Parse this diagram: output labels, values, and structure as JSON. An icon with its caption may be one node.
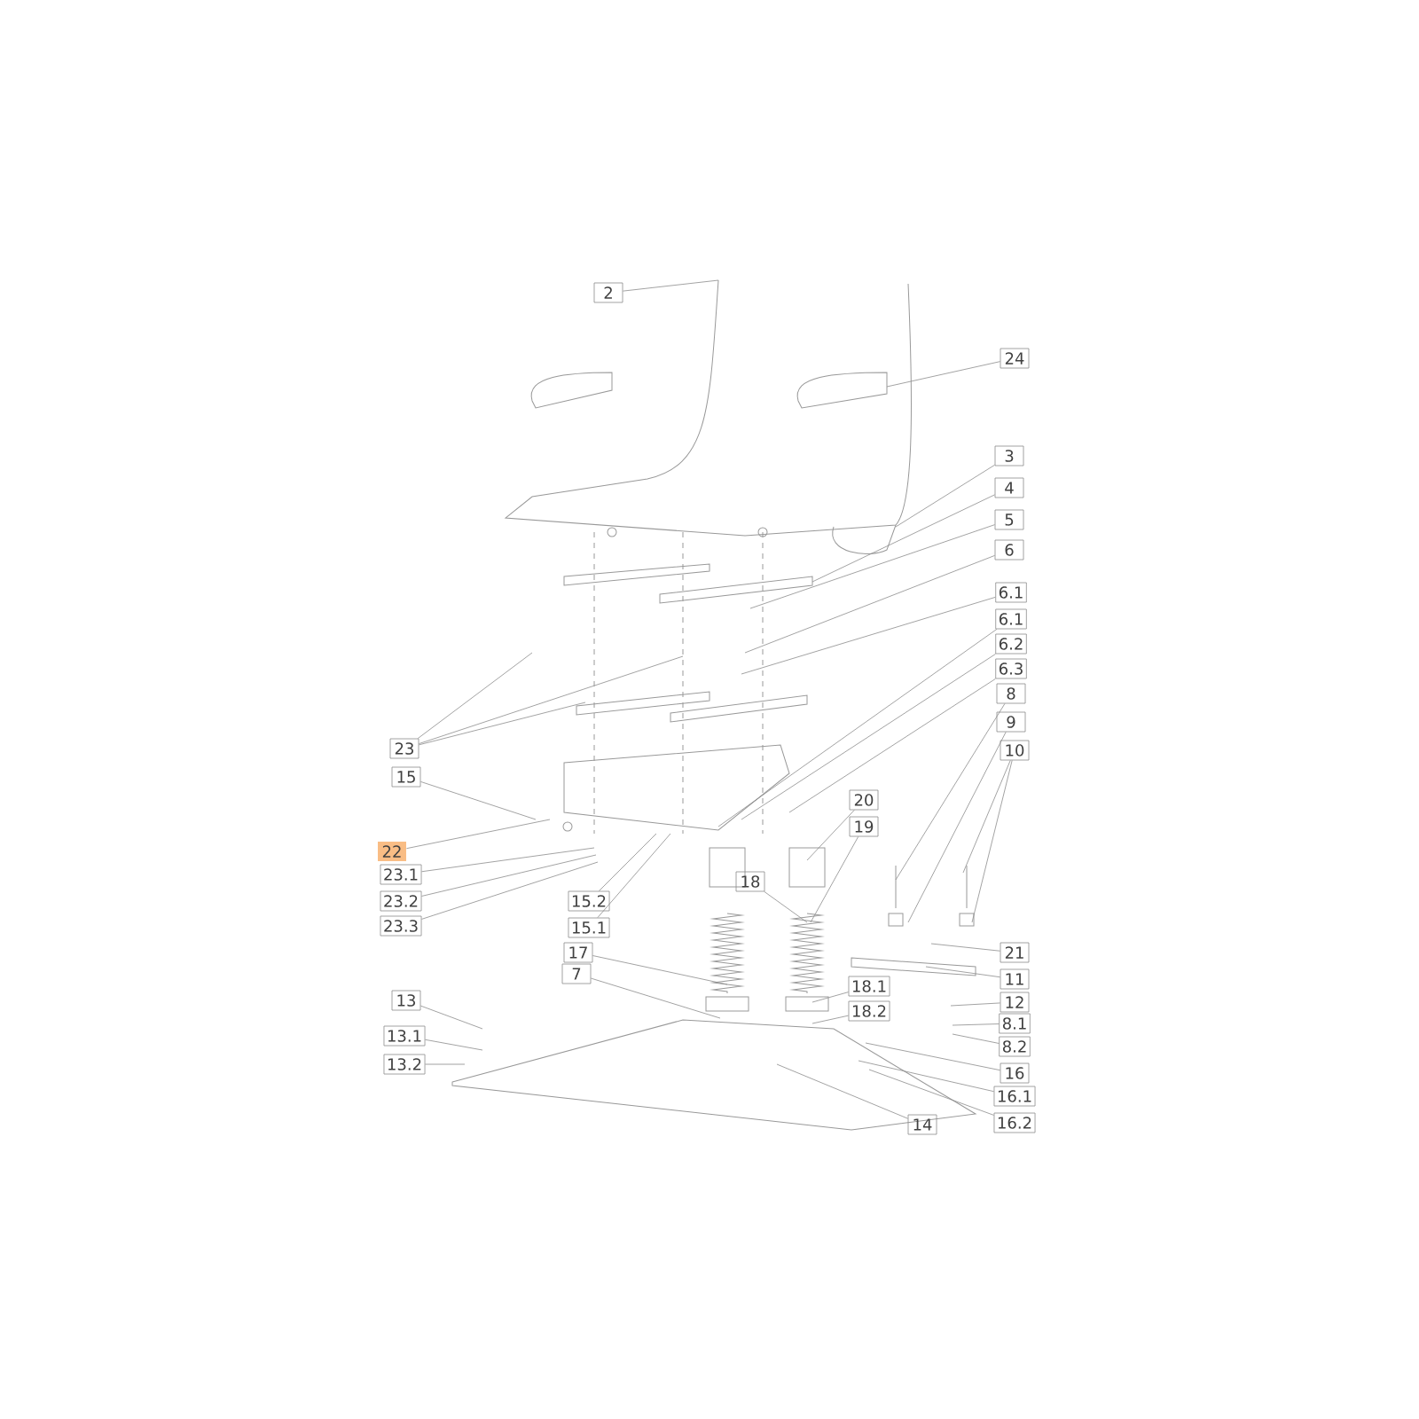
{
  "diagram": {
    "nodes": [
      {
        "text": [
          "2"
        ]
      },
      {
        "text": [
          "24"
        ]
      },
      {
        "text": [
          "3"
        ]
      },
      {
        "text": [
          "4"
        ]
      },
      {
        "text": [
          "5"
        ]
      },
      {
        "text": [
          "6"
        ]
      },
      {
        "text": [
          "6.1"
        ]
      },
      {
        "text": [
          "6.1"
        ]
      },
      {
        "text": [
          "6.2"
        ]
      },
      {
        "text": [
          "6.3"
        ]
      },
      {
        "text": [
          "8"
        ]
      },
      {
        "text": [
          "9"
        ]
      },
      {
        "text": [
          "10"
        ]
      },
      {
        "text": [
          "23"
        ]
      },
      {
        "text": [
          "15"
        ]
      },
      {
        "text": [
          "20"
        ]
      },
      {
        "text": [
          "19"
        ]
      },
      {
        "text": [
          "22"
        ]
      },
      {
        "text": [
          "18"
        ]
      },
      {
        "text": [
          "23.1"
        ]
      },
      {
        "text": [
          "23.2"
        ]
      },
      {
        "text": [
          "23.3"
        ]
      },
      {
        "text": [
          "15.2"
        ]
      },
      {
        "text": [
          "15.1"
        ]
      },
      {
        "text": [
          "21"
        ]
      },
      {
        "text": [
          "17"
        ]
      },
      {
        "text": [
          "11"
        ]
      },
      {
        "text": [
          "7"
        ]
      },
      {
        "text": [
          "18.1"
        ]
      },
      {
        "text": [
          "12"
        ]
      },
      {
        "text": [
          "13"
        ]
      },
      {
        "text": [
          "18.2"
        ]
      },
      {
        "text": [
          "8.1"
        ]
      },
      {
        "text": [
          "13.1"
        ]
      },
      {
        "text": [
          "8.2"
        ]
      },
      {
        "text": [
          "13.2"
        ]
      },
      {
        "text": [
          "16"
        ]
      },
      {
        "text": [
          "16.1"
        ]
      },
      {
        "text": [
          "16.2"
        ]
      },
      {
        "text": [
          "14"
        ]
      }
    ],
    "edges": [
      {
        "from": 0,
        "to": null,
        "arrow": "none"
      },
      {
        "from": 1,
        "to": null,
        "arrow": "none"
      },
      {
        "from": 2,
        "to": null,
        "arrow": "none"
      },
      {
        "from": 3,
        "to": null,
        "arrow": "none"
      },
      {
        "from": 4,
        "to": null,
        "arrow": "none"
      },
      {
        "from": 5,
        "to": null,
        "arrow": "none"
      },
      {
        "from": 6,
        "to": null,
        "arrow": "none"
      },
      {
        "from": 7,
        "to": null,
        "arrow": "none"
      },
      {
        "from": 8,
        "to": null,
        "arrow": "none"
      },
      {
        "from": 9,
        "to": null,
        "arrow": "none"
      },
      {
        "from": 10,
        "to": null,
        "arrow": "none"
      },
      {
        "from": 11,
        "to": null,
        "arrow": "none"
      },
      {
        "from": 12,
        "to": null,
        "arrow": "none"
      },
      {
        "from": 12,
        "to": null,
        "arrow": "none"
      },
      {
        "from": 13,
        "to": null,
        "arrow": "none"
      },
      {
        "from": 13,
        "to": null,
        "arrow": "none"
      },
      {
        "from": 13,
        "to": null,
        "arrow": "none"
      },
      {
        "from": 14,
        "to": null,
        "arrow": "none"
      },
      {
        "from": 15,
        "to": null,
        "arrow": "none"
      },
      {
        "from": 16,
        "to": null,
        "arrow": "none"
      },
      {
        "from": 17,
        "to": null,
        "arrow": "none"
      },
      {
        "from": 18,
        "to": null,
        "arrow": "none"
      },
      {
        "from": 19,
        "to": null,
        "arrow": "none"
      },
      {
        "from": 20,
        "to": null,
        "arrow": "none"
      },
      {
        "from": 21,
        "to": null,
        "arrow": "none"
      },
      {
        "from": 22,
        "to": null,
        "arrow": "none"
      },
      {
        "from": 23,
        "to": null,
        "arrow": "none"
      },
      {
        "from": 24,
        "to": null,
        "arrow": "none"
      },
      {
        "from": 25,
        "to": null,
        "arrow": "none"
      },
      {
        "from": 26,
        "to": null,
        "arrow": "none"
      },
      {
        "from": 27,
        "to": null,
        "arrow": "none"
      },
      {
        "from": 28,
        "to": null,
        "arrow": "none"
      },
      {
        "from": 29,
        "to": null,
        "arrow": "none"
      },
      {
        "from": 30,
        "to": null,
        "arrow": "none"
      },
      {
        "from": 31,
        "to": null,
        "arrow": "none"
      },
      {
        "from": 32,
        "to": null,
        "arrow": "none"
      },
      {
        "from": 33,
        "to": null,
        "arrow": "none"
      },
      {
        "from": 34,
        "to": null,
        "arrow": "none"
      },
      {
        "from": 35,
        "to": null,
        "arrow": "none"
      },
      {
        "from": 36,
        "to": null,
        "arrow": "none"
      },
      {
        "from": 37,
        "to": null,
        "arrow": "none"
      },
      {
        "from": 38,
        "to": null,
        "arrow": "none"
      },
      {
        "from": 39,
        "to": null,
        "arrow": "none"
      }
    ]
  }
}
